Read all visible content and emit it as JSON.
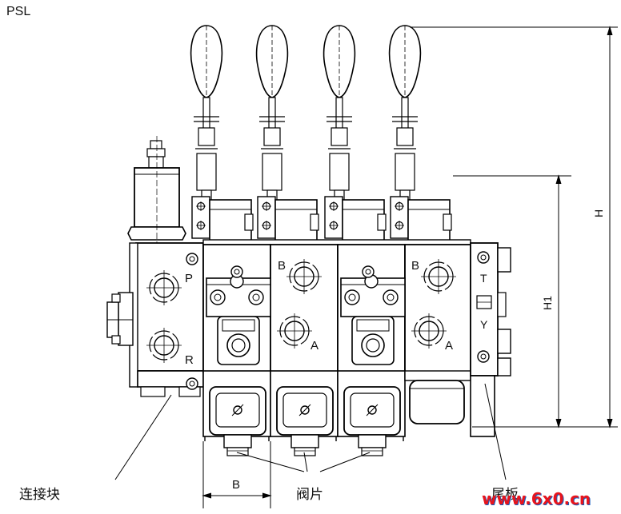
{
  "title": "PSL",
  "labels": {
    "connector": "连接块",
    "valve_slice": "阀片",
    "end_plate": "尾板",
    "dim_B": "B",
    "dim_H": "H",
    "dim_H1": "H1",
    "port_P": "P",
    "port_R": "R",
    "port_T": "T",
    "port_Y": "Y",
    "slice1_B": "B",
    "slice1_A": "A",
    "slice2_B": "B",
    "slice2_A": "A"
  },
  "watermark": {
    "text": "www.6x0.cn",
    "colors": {
      "primary": "#e8141c",
      "accent": "#1560c0"
    }
  }
}
